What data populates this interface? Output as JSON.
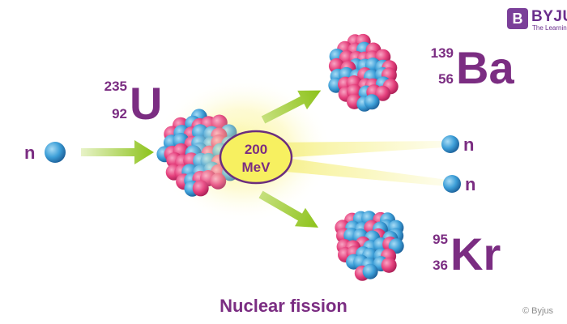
{
  "title": "Nuclear fission",
  "energy": {
    "value": "200",
    "unit": "MeV"
  },
  "incoming_neutron": "n",
  "uranium": {
    "mass_number": "235",
    "atomic_number": "92",
    "symbol": "U"
  },
  "barium": {
    "mass_number": "139",
    "atomic_number": "56",
    "symbol": "Ba"
  },
  "krypton": {
    "mass_number": "95",
    "atomic_number": "36",
    "symbol": "Kr"
  },
  "emitted_neutrons": [
    "n",
    "n"
  ],
  "logo": {
    "mark": "B",
    "name": "BYJU'S",
    "tagline": "The Learning App"
  },
  "copyright": "© Byjus",
  "colors": {
    "label": "#7b2d82",
    "arrow": "#8cc21a",
    "proton": "#e6427e",
    "neutron": "#3d9fd8",
    "energy_fill": "#f7f060",
    "glow": "#fbf48c"
  }
}
